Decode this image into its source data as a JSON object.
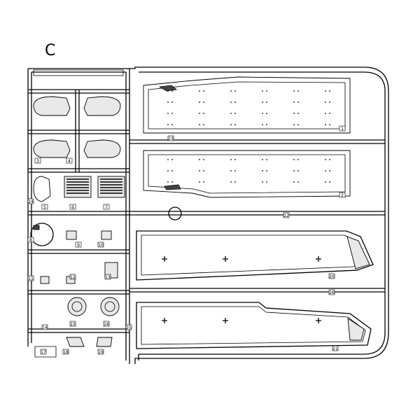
{
  "sprue": {
    "letter": "C"
  },
  "part_numbers": [
    "1",
    "2",
    "3",
    "4",
    "5",
    "6",
    "7",
    "8",
    "9",
    "10",
    "11",
    "12",
    "13",
    "14",
    "15",
    "16",
    "17",
    "18",
    "19",
    "20",
    "21",
    "22",
    "23",
    "24",
    "25",
    "26"
  ]
}
